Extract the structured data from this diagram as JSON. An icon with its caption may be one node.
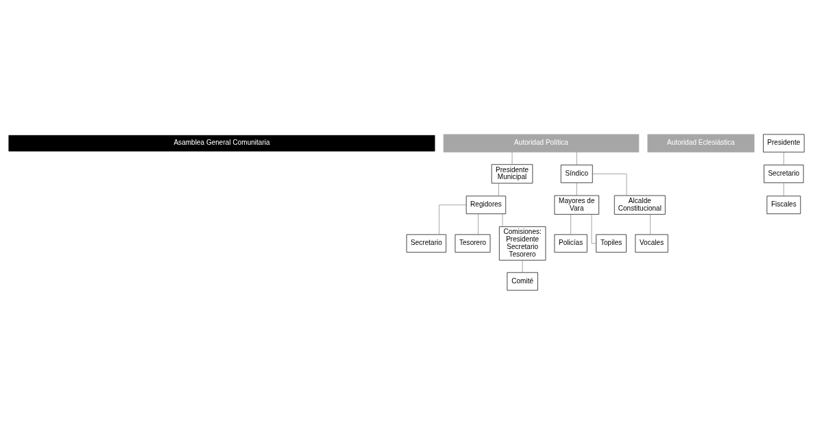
{
  "diagram": {
    "nodes": [
      {
        "text": [
          "Asamblea General Comunitaria"
        ]
      },
      {
        "text": [
          "Autoridad Política"
        ]
      },
      {
        "text": [
          "Presidente Municipal"
        ]
      },
      {
        "text": [
          "Síndico"
        ]
      },
      {
        "text": [
          "Regidores"
        ]
      },
      {
        "text": [
          "Secretario"
        ]
      },
      {
        "text": [
          "Tesorero"
        ]
      },
      {
        "text": [
          "Comisiones: Presidente Secretario Tesorero"
        ]
      },
      {
        "text": [
          "Comité"
        ]
      },
      {
        "text": [
          "Mayores de Vara"
        ]
      },
      {
        "text": [
          "Alcalde Constitucional"
        ]
      },
      {
        "text": [
          "Policías"
        ]
      },
      {
        "text": [
          "Topiles"
        ]
      },
      {
        "text": [
          "Vocales"
        ]
      },
      {
        "text": [
          "Autoridad Eclesiástica"
        ]
      },
      {
        "text": [
          "Presidente"
        ]
      },
      {
        "text": [
          "Secretario"
        ]
      },
      {
        "text": [
          "Fiscales"
        ]
      }
    ],
    "edges": [
      {
        "from": 1,
        "to": 2,
        "arrow": "none"
      },
      {
        "from": 1,
        "to": 3,
        "arrow": "none"
      },
      {
        "from": 2,
        "to": 4,
        "arrow": "none"
      },
      {
        "from": 4,
        "to": 5,
        "arrow": "none"
      },
      {
        "from": 4,
        "to": 6,
        "arrow": "none"
      },
      {
        "from": 4,
        "to": 7,
        "arrow": "none"
      },
      {
        "from": 7,
        "to": 8,
        "arrow": "none"
      },
      {
        "from": 3,
        "to": 9,
        "arrow": "none"
      },
      {
        "from": 3,
        "to": 10,
        "arrow": "none"
      },
      {
        "from": 9,
        "to": 11,
        "arrow": "none"
      },
      {
        "from": 9,
        "to": 12,
        "arrow": "none"
      },
      {
        "from": 10,
        "to": 13,
        "arrow": "none"
      },
      {
        "from": 15,
        "to": 16,
        "arrow": "none"
      },
      {
        "from": 16,
        "to": 17,
        "arrow": "none"
      }
    ]
  }
}
